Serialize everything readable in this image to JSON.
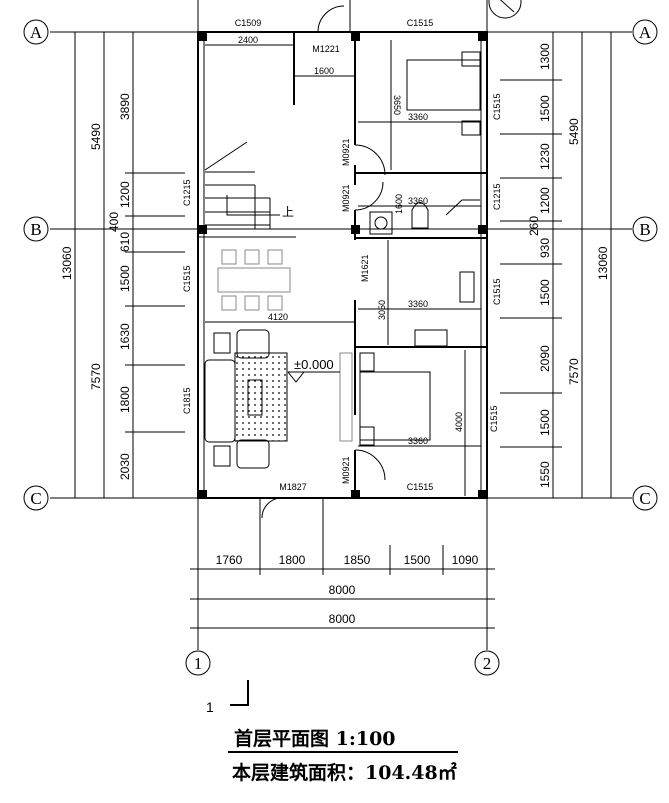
{
  "axes": {
    "rows": [
      "A",
      "B",
      "C"
    ],
    "cols": [
      "1",
      "2"
    ]
  },
  "windows": {
    "top_left": "C1509",
    "top_right": "C1515",
    "left_stair": "C1215",
    "left_dining": "C1515",
    "left_living": "C1815",
    "right_bed1": "C1515",
    "right_bath": "C1215",
    "right_kitchen": "C1515",
    "right_bed2": "C1515",
    "bottom_right": "C1515"
  },
  "doors": {
    "entry_top": "M1221",
    "bed1": "M0921",
    "bath": "M0921",
    "kitchen": "M1621",
    "bed2": "M0921",
    "main": "M1827"
  },
  "interior_dims": {
    "stair_w": "2400",
    "entry_w": "1600",
    "bed1_w": "3360",
    "bed1_h": "3650",
    "bath_w": "3360",
    "bath_h": "1600",
    "kitchen_w": "3360",
    "kitchen_h": "3050",
    "dining_w": "4120",
    "bed2_w": "3360",
    "bed2_h": "4000"
  },
  "elevation": "±0.000",
  "up_mark": "上",
  "left_dims": {
    "total": "13060",
    "outer": [
      "5490",
      "7570"
    ],
    "inner": [
      "3890",
      "1200",
      "400",
      "610",
      "1500",
      "1630",
      "1800",
      "2030"
    ]
  },
  "right_dims": {
    "total": "13060",
    "outer": [
      "5490",
      "7570"
    ],
    "inner": [
      "1300",
      "1500",
      "1230",
      "1200",
      "260",
      "930",
      "1500",
      "2090",
      "1500",
      "1550"
    ]
  },
  "bottom_dims": {
    "segments": [
      "1760",
      "1800",
      "1850",
      "1500",
      "1090"
    ],
    "total1": "8000",
    "total2": "8000"
  },
  "section_mark": "1",
  "title": "首层平面图  1:100",
  "area": "本层建筑面积：104.48㎡"
}
